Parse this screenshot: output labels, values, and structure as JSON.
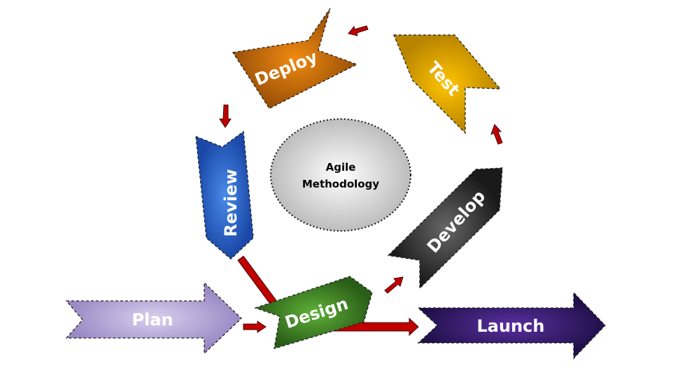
{
  "center": {
    "line1": "Agile",
    "line2": "Methodology"
  },
  "stages": {
    "plan": "Plan",
    "design": "Design",
    "develop": "Develop",
    "test": "Test",
    "deploy": "Deploy",
    "review": "Review",
    "launch": "Launch"
  },
  "colors": {
    "plan": "#b0a0d0",
    "design": "#3f8a25",
    "develop": "#3a3a3a",
    "test": "#e0a800",
    "deploy": "#d07010",
    "review": "#2a60c8",
    "launch": "#3a1a70",
    "arrow": "#c00000"
  }
}
